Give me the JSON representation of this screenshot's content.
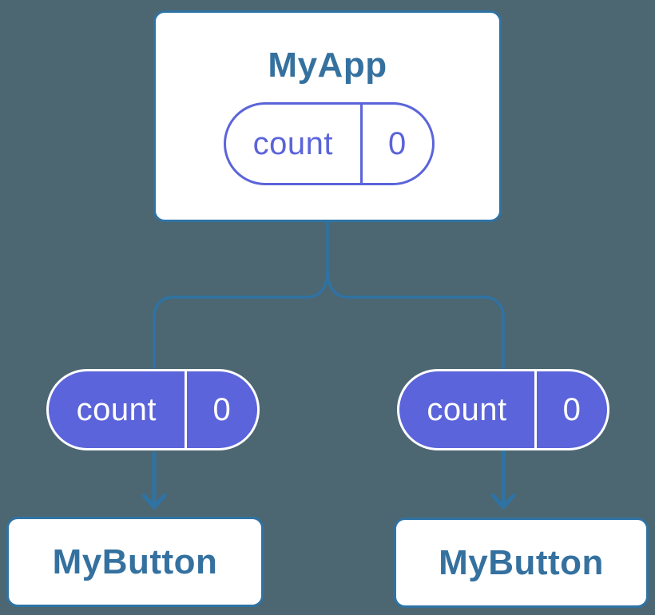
{
  "colors": {
    "background": "#4C6772",
    "card-bg": "#FFFFFF",
    "blue": "#2F73A4",
    "text-blue": "#35719F",
    "purple": "#5B64DA",
    "white": "#FFFFFF"
  },
  "tree": {
    "root": {
      "label": "MyApp",
      "state": {
        "name": "count",
        "value": "0"
      }
    },
    "children": [
      {
        "label": "MyButton",
        "state": {
          "name": "count",
          "value": "0"
        }
      },
      {
        "label": "MyButton",
        "state": {
          "name": "count",
          "value": "0"
        }
      }
    ]
  }
}
